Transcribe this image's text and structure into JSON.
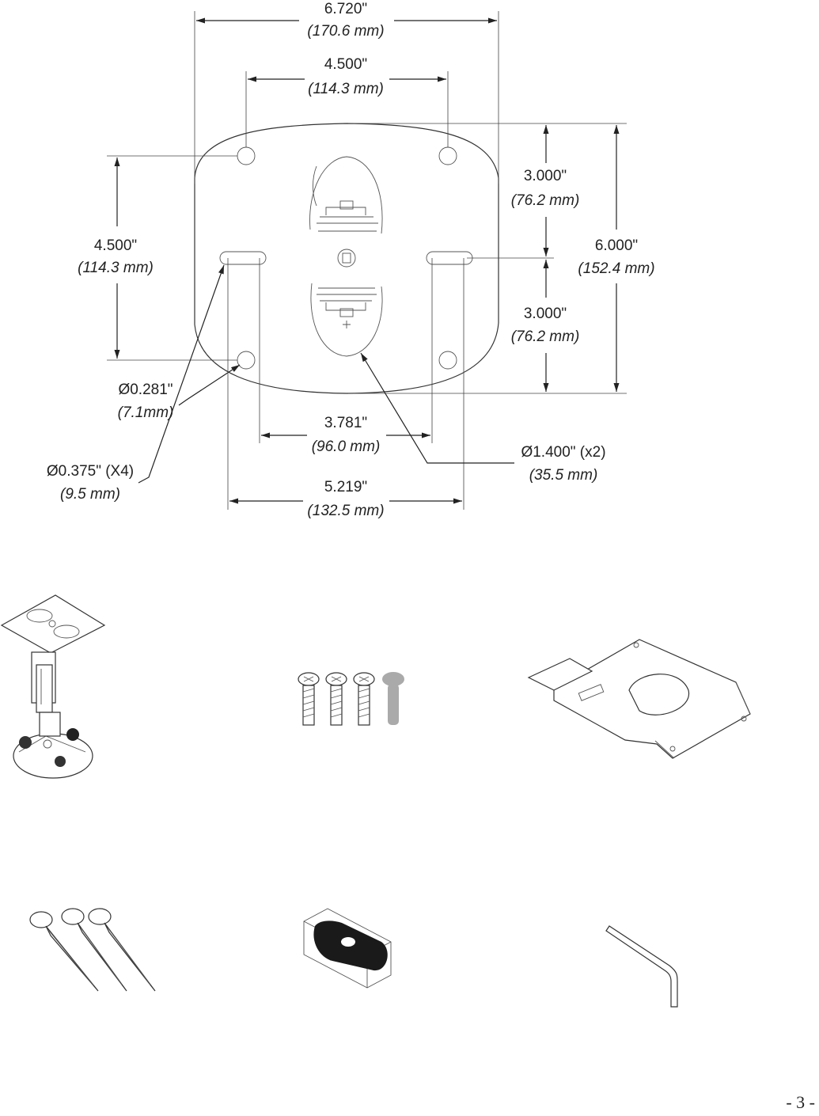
{
  "drawing": {
    "width_overall": {
      "in": "6.720\"",
      "mm": "(170.6 mm)"
    },
    "hole_spacing_top": {
      "in": "4.500\"",
      "mm": "(114.3 mm)"
    },
    "hole_spacing_left": {
      "in": "4.500\"",
      "mm": "(114.3 mm)"
    },
    "upper_height": {
      "in": "3.000\"",
      "mm": "(76.2 mm)"
    },
    "lower_height": {
      "in": "3.000\"",
      "mm": "(76.2 mm)"
    },
    "height_overall": {
      "in": "6.000\"",
      "mm": "(152.4 mm)"
    },
    "small_hole": {
      "in": "Ø0.281\"",
      "mm": "(7.1mm)"
    },
    "slot_hole": {
      "in": "Ø0.375\" (X4)",
      "mm": "(9.5 mm)"
    },
    "slot_inner": {
      "in": "3.781\"",
      "mm": "(96.0 mm)"
    },
    "slot_outer": {
      "in": "5.219\"",
      "mm": "(132.5 mm)"
    },
    "large_hole": {
      "in": "Ø1.400\" (x2)",
      "mm": "(35.5 mm)"
    }
  },
  "parts": [
    "mount-assembly",
    "machine-screws",
    "adapter-plate",
    "wood-screws",
    "wall-anchor",
    "hex-key"
  ],
  "page_number": "- 3 -"
}
